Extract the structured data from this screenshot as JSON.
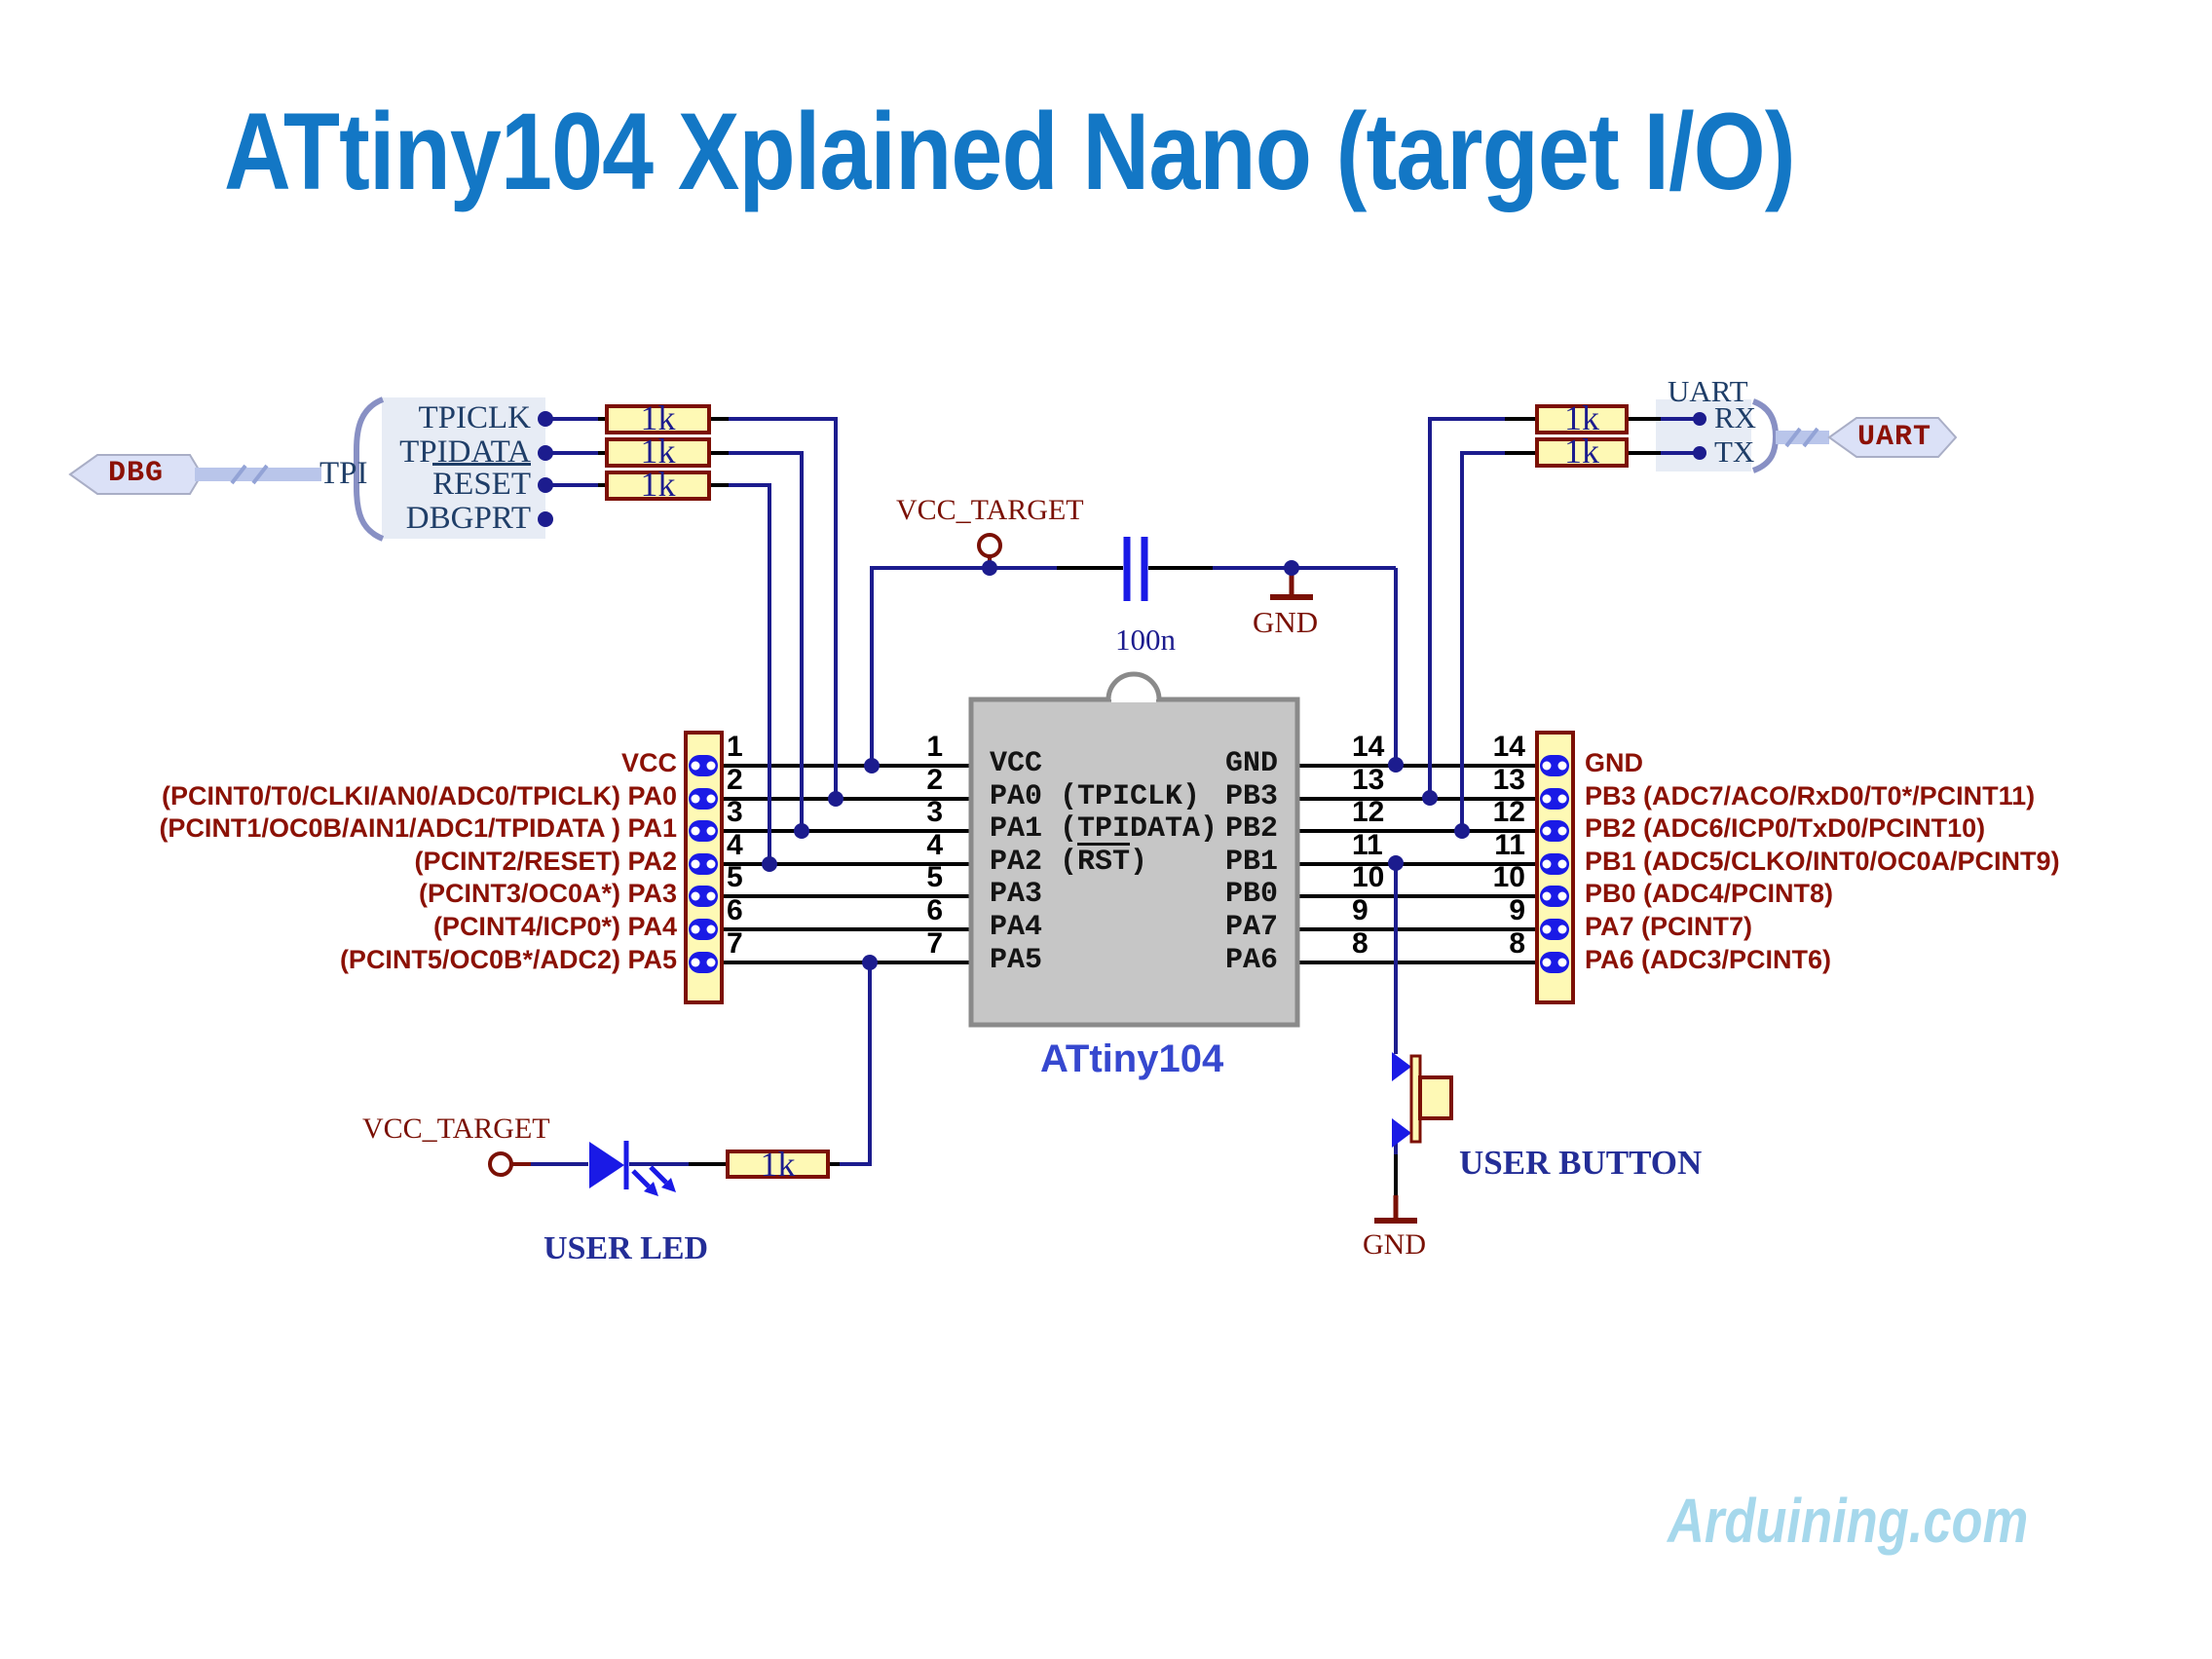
{
  "title": "ATtiny104 Xplained Nano (target I/O)",
  "watermark": "Arduining.com",
  "colors": {
    "title_blue": "#1377c5",
    "schematic_red": "#8b1105",
    "wire_navy": "#1c1c8e",
    "component_blue": "#1a1ae6",
    "resistor_fill": "#fef9b5",
    "resistor_border": "#7c1005",
    "ic_gray": "#c6c6c6",
    "serif_blue": "#1f3e68",
    "annotation_navy": "#242e97",
    "watermark_blue": "#a6d8ec"
  },
  "debug_connector": {
    "tag": "DBG",
    "bus_label": "TPI",
    "signals": [
      {
        "label": "TPICLK"
      },
      {
        "label": "TPIDATA"
      },
      {
        "label": "RESET",
        "overline": true
      },
      {
        "label": "DBGPRT"
      }
    ]
  },
  "uart_connector": {
    "tag": "UART",
    "group_label": "UART",
    "rx": "RX",
    "tx": "TX"
  },
  "resistors": {
    "tpiclk": "1k",
    "tpidata": "1k",
    "reset": "1k",
    "rx": "1k",
    "tx": "1k",
    "led": "1k"
  },
  "power": {
    "vcc_target_top": "VCC_TARGET",
    "cap_value": "100n",
    "gnd_cap": "GND",
    "vcc_target_led": "VCC_TARGET",
    "gnd_button": "GND"
  },
  "ic": {
    "name": "ATtiny104",
    "left_pins": [
      {
        "num": "1",
        "name": "VCC"
      },
      {
        "num": "2",
        "name": "PA0 (TPICLK)"
      },
      {
        "num": "3",
        "name": "PA1 (TPIDATA)"
      },
      {
        "num": "4",
        "name_pre": "PA2 (",
        "name_bar": "RST",
        "name_post": ")"
      },
      {
        "num": "5",
        "name": "PA3"
      },
      {
        "num": "6",
        "name": "PA4"
      },
      {
        "num": "7",
        "name": "PA5"
      }
    ],
    "right_pins": [
      {
        "num": "14",
        "name": "GND"
      },
      {
        "num": "13",
        "name": "PB3"
      },
      {
        "num": "12",
        "name": "PB2"
      },
      {
        "num": "11",
        "name": "PB1"
      },
      {
        "num": "10",
        "name": "PB0"
      },
      {
        "num": "9",
        "name": "PA7"
      },
      {
        "num": "8",
        "name": "PA6"
      }
    ]
  },
  "left_header": {
    "labels": [
      "VCC",
      "(PCINT0/T0/CLKI/AN0/ADC0/TPICLK) PA0",
      "(PCINT1/OC0B/AIN1/ADC1/TPIDATA ) PA1",
      "(PCINT2/RESET) PA2",
      "(PCINT3/OC0A*) PA3",
      "(PCINT4/ICP0*) PA4",
      "(PCINT5/OC0B*/ADC2) PA5"
    ]
  },
  "right_header": {
    "labels": [
      "GND",
      "PB3 (ADC7/ACO/RxD0/T0*/PCINT11)",
      "PB2 (ADC6/ICP0/TxD0/PCINT10)",
      "PB1 (ADC5/CLKO/INT0/OC0A/PCINT9)",
      "PB0 (ADC4/PCINT8)",
      "PA7 (PCINT7)",
      "PA6 (ADC3/PCINT6)"
    ]
  },
  "annotations": {
    "user_led": "USER LED",
    "user_button": "USER BUTTON"
  }
}
